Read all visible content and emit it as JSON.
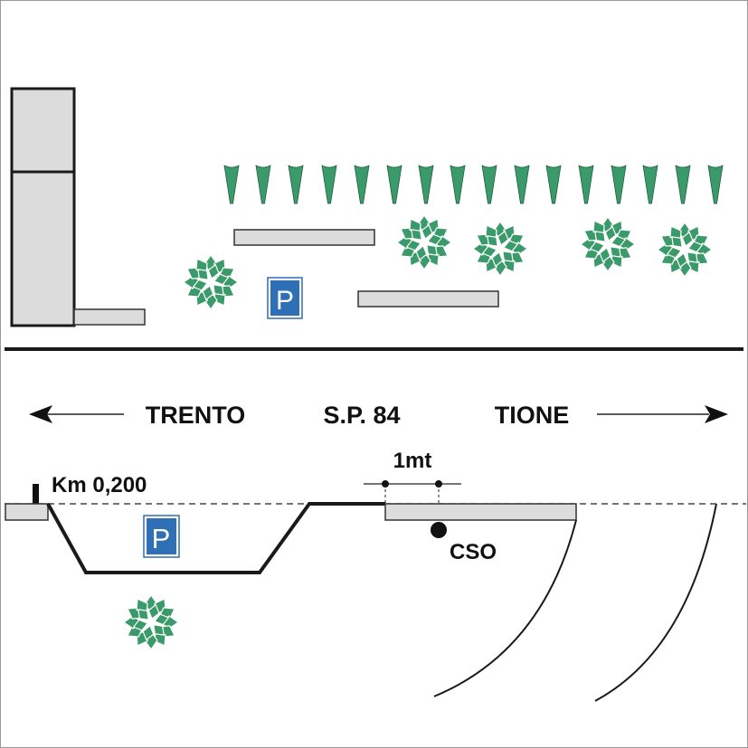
{
  "labels": {
    "left_direction": "TRENTO",
    "road": "S.P. 84",
    "right_direction": "TIONE",
    "distance": "1mt",
    "km_marker": "Km 0,200",
    "point": "CSO"
  },
  "parking_sign": "P",
  "colors": {
    "building_fill": "#dcdcdc",
    "outline": "#1a1a1a",
    "tree_leaf": "#3a9a6a",
    "parking_blue": "#2e6fb5"
  }
}
